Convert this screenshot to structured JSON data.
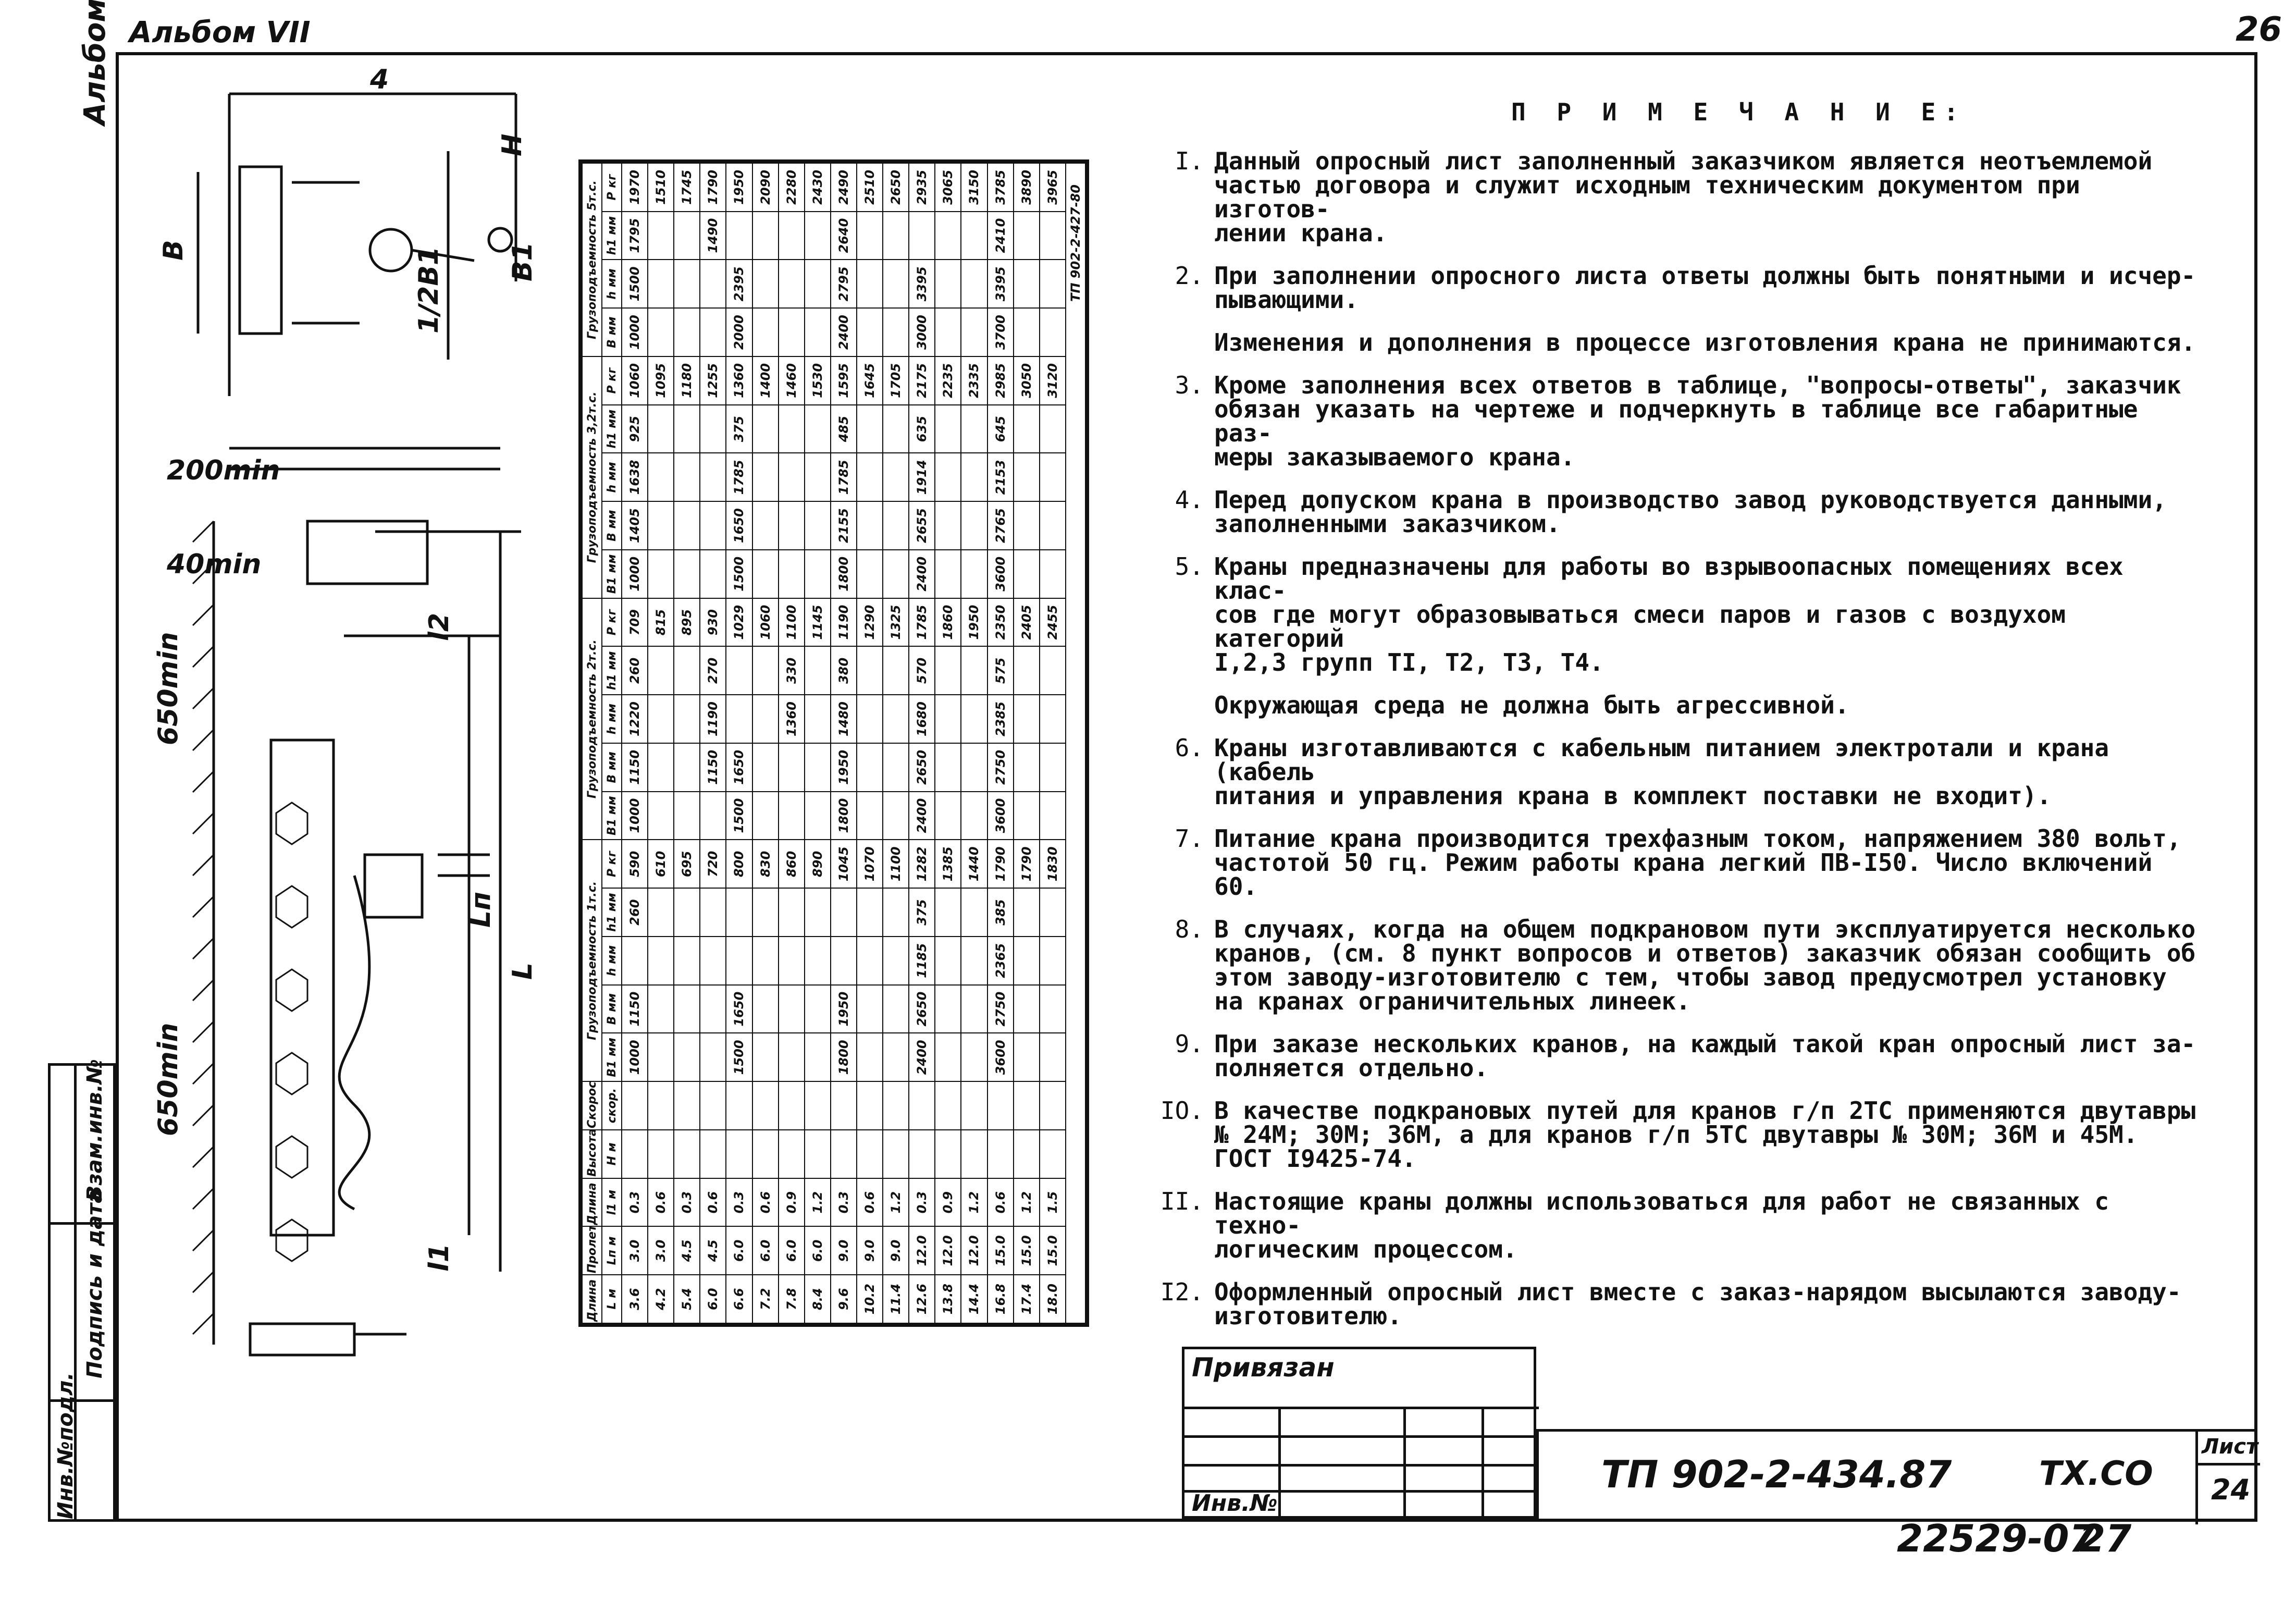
{
  "header": {
    "album_top": "Альбом VII",
    "page_number": "26",
    "album_side": "Альбом VII"
  },
  "side_strip": {
    "labels": [
      "Инв.№подл.",
      "Подпись и дата",
      "Взам.инв.№"
    ]
  },
  "drawing": {
    "dims": [
      "4",
      "B",
      "B1",
      "H",
      "1/2B1",
      "200min",
      "L",
      "Lп",
      "l1",
      "l2",
      "40min",
      "650min",
      "650min"
    ]
  },
  "table": {
    "top_labels": [
      "Грузоподъемность 5т.с.",
      "Грузоподъемность 3,2т.с.",
      "Грузоподъемность 2т.с.",
      "Грузоподъемность 1т.с.",
      "Скорость",
      "Высота подъема",
      "Длина подкр. пути",
      "Пролет крана",
      "Длина крана"
    ],
    "headers": [
      "L м",
      "Lп м",
      "l1 м",
      "H м",
      "скор.",
      "B1 мм",
      "B мм",
      "h мм",
      "h1 мм",
      "P кг",
      "B1 мм",
      "B мм",
      "h мм",
      "h1 мм",
      "P кг",
      "B1 мм",
      "B мм",
      "h мм",
      "h1 мм",
      "P кг",
      "B мм",
      "h мм",
      "h1 мм",
      "P кг"
    ],
    "rows": [
      [
        "3.6",
        "3.0",
        "0.3",
        "",
        "",
        "1000",
        "1150",
        "",
        "260",
        "590",
        "1000",
        "1150",
        "1220",
        "260",
        "709",
        "1000",
        "1405",
        "1638",
        "925",
        "1060",
        "1000",
        "1500",
        "1795",
        "1970"
      ],
      [
        "4.2",
        "3.0",
        "0.6",
        "",
        "",
        "",
        "",
        "",
        "",
        "610",
        "",
        "",
        "",
        "",
        "815",
        "",
        "",
        "",
        "",
        "1095",
        "",
        "",
        "",
        "1510"
      ],
      [
        "5.4",
        "4.5",
        "0.3",
        "",
        "",
        "",
        "",
        "",
        "",
        "695",
        "",
        "",
        "",
        "",
        "895",
        "",
        "",
        "",
        "",
        "1180",
        "",
        "",
        "",
        "1745"
      ],
      [
        "6.0",
        "4.5",
        "0.6",
        "",
        "",
        "",
        "",
        "",
        "",
        "720",
        "",
        "1150",
        "1190",
        "270",
        "930",
        "",
        "",
        "",
        "",
        "1255",
        "",
        "",
        "1490",
        "1790"
      ],
      [
        "6.6",
        "6.0",
        "0.3",
        "",
        "",
        "1500",
        "1650",
        "",
        "",
        "800",
        "1500",
        "1650",
        "",
        "",
        "1029",
        "1500",
        "1650",
        "1785",
        "375",
        "1360",
        "2000",
        "2395",
        "",
        "1950"
      ],
      [
        "7.2",
        "6.0",
        "0.6",
        "",
        "",
        "",
        "",
        "",
        "",
        "830",
        "",
        "",
        "",
        "",
        "1060",
        "",
        "",
        "",
        "",
        "1400",
        "",
        "",
        "",
        "2090"
      ],
      [
        "7.8",
        "6.0",
        "0.9",
        "",
        "",
        "",
        "",
        "",
        "",
        "860",
        "",
        "",
        "1360",
        "330",
        "1100",
        "",
        "",
        "",
        "",
        "1460",
        "",
        "",
        "",
        "2280"
      ],
      [
        "8.4",
        "6.0",
        "1.2",
        "",
        "",
        "",
        "",
        "",
        "",
        "890",
        "",
        "",
        "",
        "",
        "1145",
        "",
        "",
        "",
        "",
        "1530",
        "",
        "",
        "",
        "2430"
      ],
      [
        "9.6",
        "9.0",
        "0.3",
        "",
        "",
        "1800",
        "1950",
        "",
        "",
        "1045",
        "1800",
        "1950",
        "1480",
        "380",
        "1190",
        "1800",
        "2155",
        "1785",
        "485",
        "1595",
        "2400",
        "2795",
        "2640",
        "2490"
      ],
      [
        "10.2",
        "9.0",
        "0.6",
        "",
        "",
        "",
        "",
        "",
        "",
        "1070",
        "",
        "",
        "",
        "",
        "1290",
        "",
        "",
        "",
        "",
        "1645",
        "",
        "",
        "",
        "2510"
      ],
      [
        "11.4",
        "9.0",
        "1.2",
        "",
        "",
        "",
        "",
        "",
        "",
        "1100",
        "",
        "",
        "",
        "",
        "1325",
        "",
        "",
        "",
        "",
        "1705",
        "",
        "",
        "",
        "2650"
      ],
      [
        "12.6",
        "12.0",
        "0.3",
        "",
        "",
        "2400",
        "2650",
        "1185",
        "375",
        "1282",
        "2400",
        "2650",
        "1680",
        "570",
        "1785",
        "2400",
        "2655",
        "1914",
        "635",
        "2175",
        "3000",
        "3395",
        "",
        "2935"
      ],
      [
        "13.8",
        "12.0",
        "0.9",
        "",
        "",
        "",
        "",
        "",
        "",
        "1385",
        "",
        "",
        "",
        "",
        "1860",
        "",
        "",
        "",
        "",
        "2235",
        "",
        "",
        "",
        "3065"
      ],
      [
        "14.4",
        "12.0",
        "1.2",
        "",
        "",
        "",
        "",
        "",
        "",
        "1440",
        "",
        "",
        "",
        "",
        "1950",
        "",
        "",
        "",
        "",
        "2335",
        "",
        "",
        "",
        "3150"
      ],
      [
        "16.8",
        "15.0",
        "0.6",
        "",
        "",
        "3600",
        "2750",
        "2365",
        "385",
        "1790",
        "3600",
        "2750",
        "2385",
        "575",
        "2350",
        "3600",
        "2765",
        "2153",
        "645",
        "2985",
        "3700",
        "3395",
        "2410",
        "3785"
      ],
      [
        "17.4",
        "15.0",
        "1.2",
        "",
        "",
        "",
        "",
        "",
        "",
        "1790",
        "",
        "",
        "",
        "",
        "2405",
        "",
        "",
        "",
        "",
        "3050",
        "",
        "",
        "",
        "3890"
      ],
      [
        "18.0",
        "15.0",
        "1.5",
        "",
        "",
        "",
        "",
        "",
        "",
        "1830",
        "",
        "",
        "",
        "",
        "2455",
        "",
        "",
        "",
        "",
        "3120",
        "",
        "",
        "",
        "3965"
      ]
    ],
    "code_note": "ТП 902-2-427-80"
  },
  "notes": {
    "title": "П Р И М Е Ч А Н И Е:",
    "items": [
      {
        "num": "I.",
        "text": "Данный опросный лист заполненный заказчиком является неотъемлемой\nчастью договора и служит исходным техническим документом при изготов-\nлении крана."
      },
      {
        "num": "2.",
        "text": "При заполнении опросного листа ответы должны быть понятными и исчер-\nпывающими."
      },
      {
        "num": "",
        "text": "Изменения и дополнения в процессе изготовления крана не принимаются."
      },
      {
        "num": "3.",
        "text": "Кроме заполнения всех ответов в таблице, \"вопросы-ответы\", заказчик\nобязан указать на чертеже и подчеркнуть в таблице все габаритные раз-\nмеры заказываемого крана."
      },
      {
        "num": "4.",
        "text": "Перед допуском крана в производство завод руководствуется данными,\nзаполненными заказчиком."
      },
      {
        "num": "5.",
        "text": "Краны предназначены для работы во взрывоопасных помещениях всех клас-\nсов где могут образовываться смеси паров и газов с воздухом категорий\nI,2,3 групп TI, T2, T3, T4."
      },
      {
        "num": "",
        "text": "Окружающая среда не должна быть агрессивной."
      },
      {
        "num": "6.",
        "text": "Краны изготавливаются с кабельным питанием электротали и крана (кабель\nпитания и управления крана в комплект поставки не входит)."
      },
      {
        "num": "7.",
        "text": "Питание крана производится трехфазным током, напряжением 380 вольт,\nчастотой 50 гц. Режим работы крана легкий ПВ-I50. Число включений 60."
      },
      {
        "num": "8.",
        "text": "В случаях, когда на общем подкрановом пути эксплуатируется несколько\nкранов, (см. 8 пункт вопросов и ответов) заказчик обязан сообщить об\nэтом заводу-изготовителю с тем, чтобы завод предусмотрел установку\nна кранах ограничительных линеек."
      },
      {
        "num": "9.",
        "text": "При заказе нескольких кранов, на каждый такой кран опросный лист за-\nполняется отдельно."
      },
      {
        "num": "IO.",
        "text": "В качестве подкрановых путей для кранов г/п 2ТС применяются двутавры\n№ 24М; 30М; 36М, а для кранов г/п 5ТС двутавры № 30М; 36М и 45М.\nГОСТ I9425-74."
      },
      {
        "num": "II.",
        "text": "Настоящие краны должны использоваться для работ не связанных с техно-\nлогическим процессом."
      },
      {
        "num": "I2.",
        "text": "Оформленный опросный лист вместе с заказ-нарядом высылаются заводу-\nизготовителю."
      }
    ]
  },
  "title_block": {
    "privyazan": "Привязан",
    "inv": "Инв.№",
    "code": "ТП 902-2-434.87",
    "section": "ТХ.СО",
    "sheet_label": "Лист",
    "sheet_number": "24",
    "bottom_number": "22529-07",
    "bottom_page": "27"
  }
}
